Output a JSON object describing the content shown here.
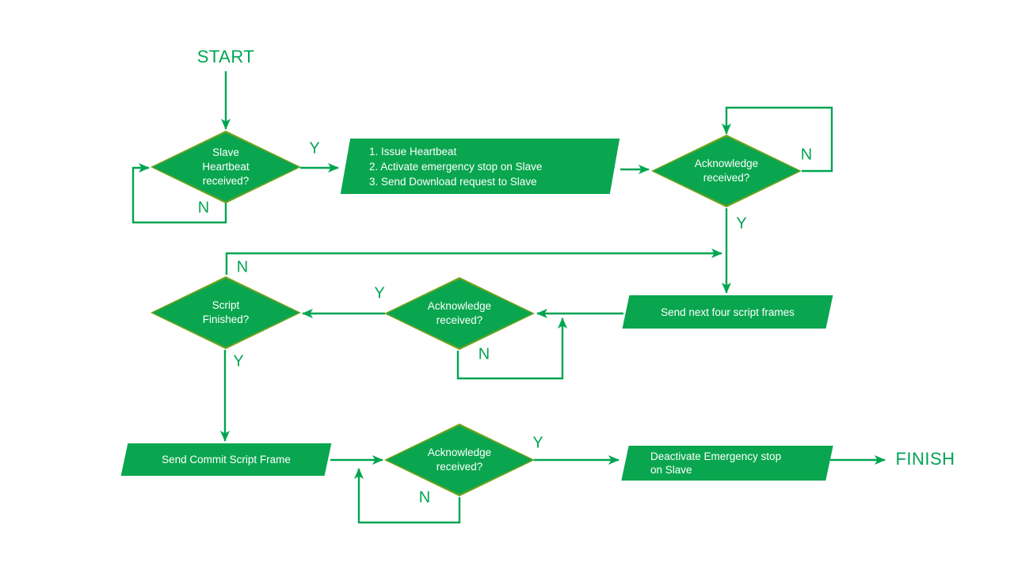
{
  "diagram": {
    "type": "flowchart",
    "terminals": {
      "start": "START",
      "finish": "FINISH"
    },
    "edge_labels": {
      "yes": "Y",
      "no": "N"
    },
    "nodes": {
      "slave_heartbeat": {
        "type": "decision",
        "lines": [
          "Slave",
          "Heartbeat",
          "received?"
        ]
      },
      "issue_heartbeat": {
        "type": "process",
        "lines": [
          "1. Issue Heartbeat",
          "2. Activate emergency stop on Slave",
          "3. Send Download request to Slave"
        ]
      },
      "ack_top": {
        "type": "decision",
        "lines": [
          "Acknowledge",
          "received?"
        ]
      },
      "send_frames": {
        "type": "process",
        "lines": [
          "Send next four script frames"
        ]
      },
      "ack_mid": {
        "type": "decision",
        "lines": [
          "Acknowledge",
          "received?"
        ]
      },
      "script_finished": {
        "type": "decision",
        "lines": [
          "Script",
          "Finished?"
        ]
      },
      "send_commit": {
        "type": "process",
        "lines": [
          "Send Commit Script Frame"
        ]
      },
      "ack_bottom": {
        "type": "decision",
        "lines": [
          "Acknowledge",
          "received?"
        ]
      },
      "deactivate": {
        "type": "process",
        "lines": [
          "Deactivate Emergency stop",
          "on Slave"
        ]
      }
    },
    "colors": {
      "shape_fill": "#0aa64f",
      "diamond_border": "#72a21c",
      "connector": "#00a551",
      "text_on_shape": "#ffffff",
      "background": "#ffffff"
    }
  }
}
